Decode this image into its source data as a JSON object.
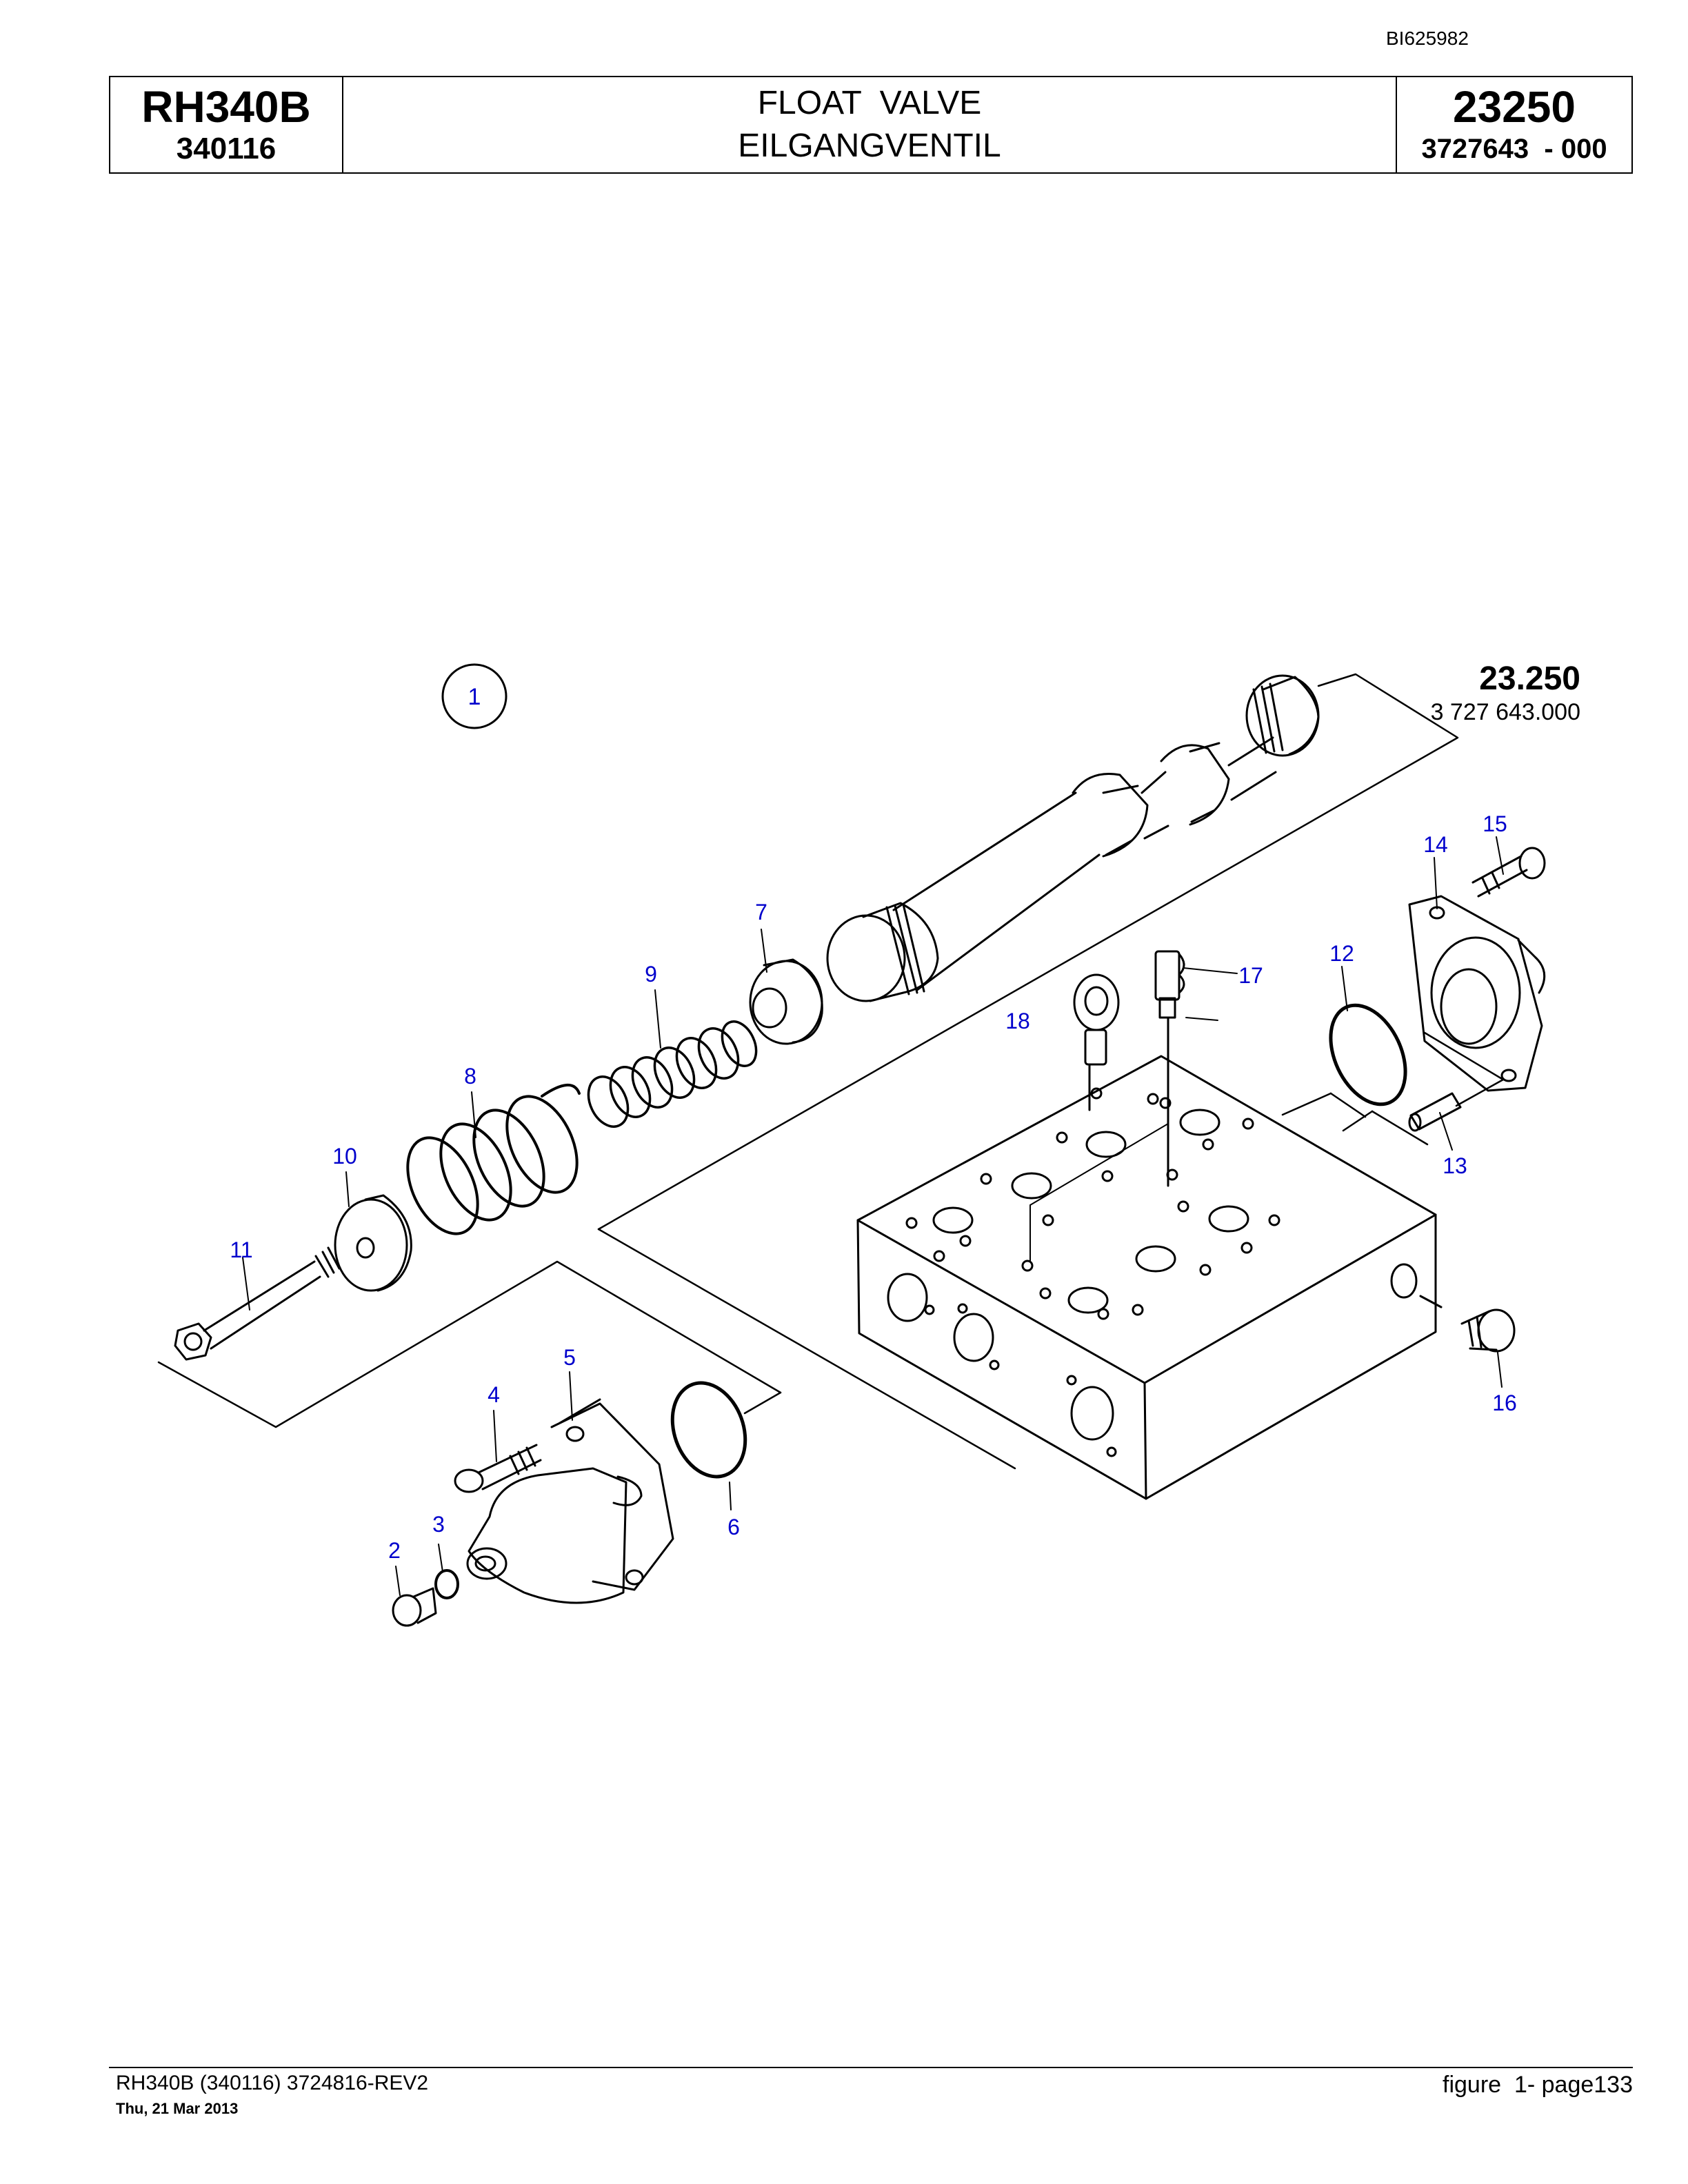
{
  "doc_id": "BI625982",
  "header": {
    "model": "RH340B",
    "serial": "340116",
    "title_en": "FLOAT  VALVE",
    "title_de": "EILGANGVENTIL",
    "group": "23250",
    "part_number": "3727643  - 000"
  },
  "diagram": {
    "figure_circle": "1",
    "group_label": "23.250",
    "group_part": "3 727 643.000",
    "callouts": [
      "2",
      "3",
      "4",
      "5",
      "6",
      "7",
      "8",
      "9",
      "10",
      "11",
      "12",
      "13",
      "14",
      "15",
      "16",
      "17",
      "18"
    ],
    "line_color": "#000000",
    "callout_color": "#0000cc"
  },
  "footer": {
    "doc_ref": "RH340B (340116) 3724816-REV2",
    "date": "Thu, 21 Mar 2013",
    "page": "figure  1- page133"
  }
}
